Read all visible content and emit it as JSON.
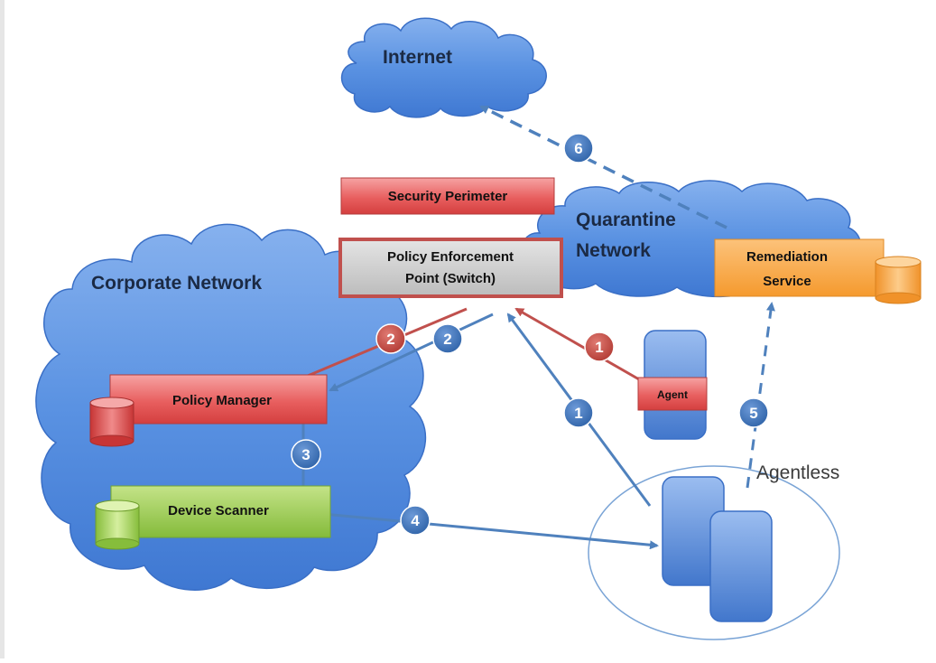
{
  "clouds": {
    "internet": "Internet",
    "quarantine_line1": "Quarantine",
    "quarantine_line2": "Network",
    "corporate": "Corporate Network"
  },
  "boxes": {
    "security_perimeter": "Security Perimeter",
    "pep_line1": "Policy Enforcement",
    "pep_line2": "Point (Switch)",
    "remediation_line1": "Remediation",
    "remediation_line2": "Service",
    "policy_manager": "Policy Manager",
    "device_scanner": "Device Scanner",
    "agent": "Agent"
  },
  "labels": {
    "agentless": "Agentless"
  },
  "badges": {
    "red_1": "1",
    "red_2": "2",
    "blue_1": "1",
    "blue_2": "2",
    "blue_3": "3",
    "blue_4": "4",
    "blue_5": "5",
    "blue_6": "6"
  },
  "colors": {
    "cloud_fill": "#4f87dd",
    "red_box": "#e65a5a",
    "red_arrow": "#c0504d",
    "blue_arrow": "#4f81bd",
    "green_box": "#8fc345",
    "orange_box": "#f8a13a",
    "pep_fill": "#c9c9c9",
    "badge_blue": "#3e74b8",
    "badge_red": "#c0463f"
  }
}
